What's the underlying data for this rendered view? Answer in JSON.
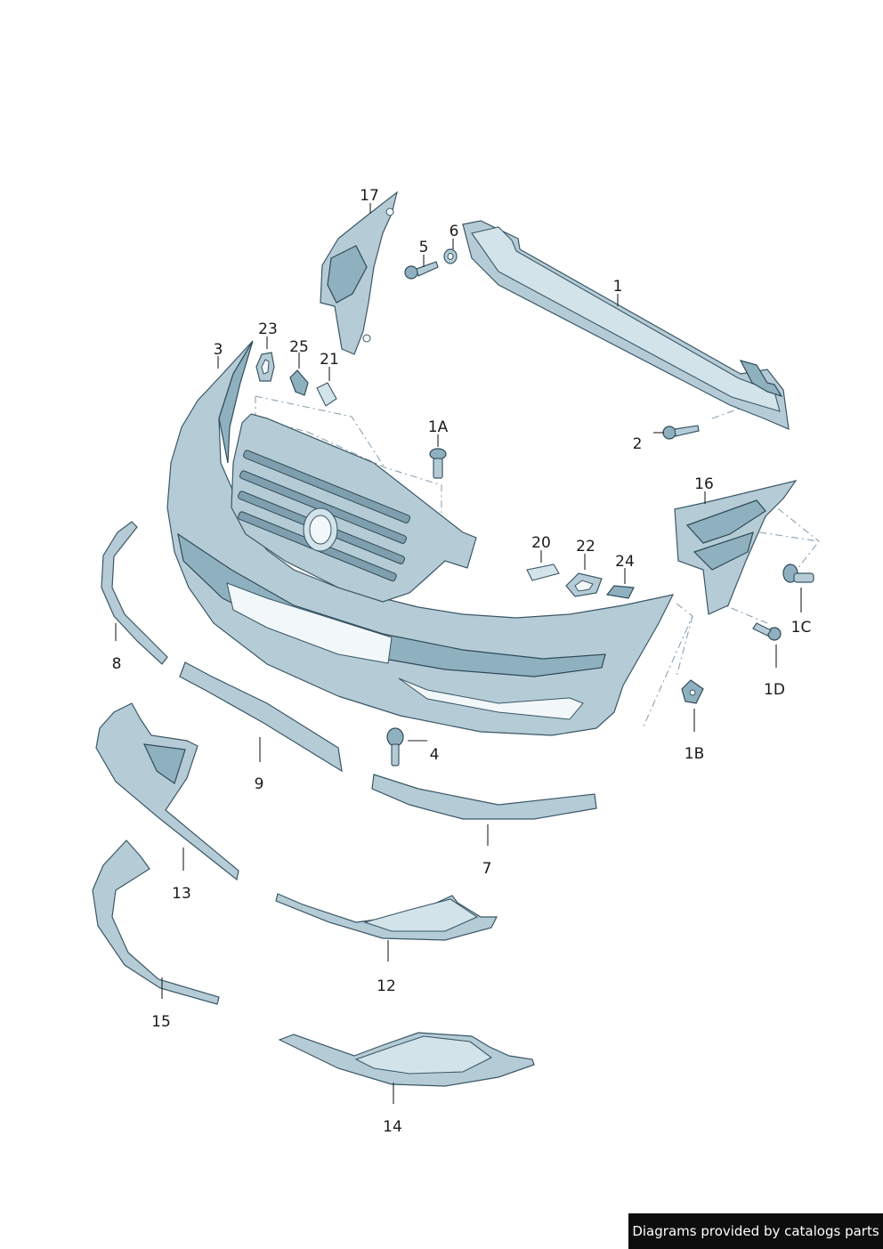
{
  "callouts": {
    "c1": "1",
    "c1A": "1A",
    "c1B": "1B",
    "c1C": "1C",
    "c1D": "1D",
    "c2": "2",
    "c3": "3",
    "c4": "4",
    "c5": "5",
    "c6": "6",
    "c7": "7",
    "c8": "8",
    "c9": "9",
    "c12": "12",
    "c13": "13",
    "c14": "14",
    "c15": "15",
    "c16": "16",
    "c17": "17",
    "c20": "20",
    "c21": "21",
    "c22": "22",
    "c23": "23",
    "c24": "24",
    "c25": "25"
  },
  "footer": {
    "text": "Diagrams provided by catalogs parts"
  }
}
